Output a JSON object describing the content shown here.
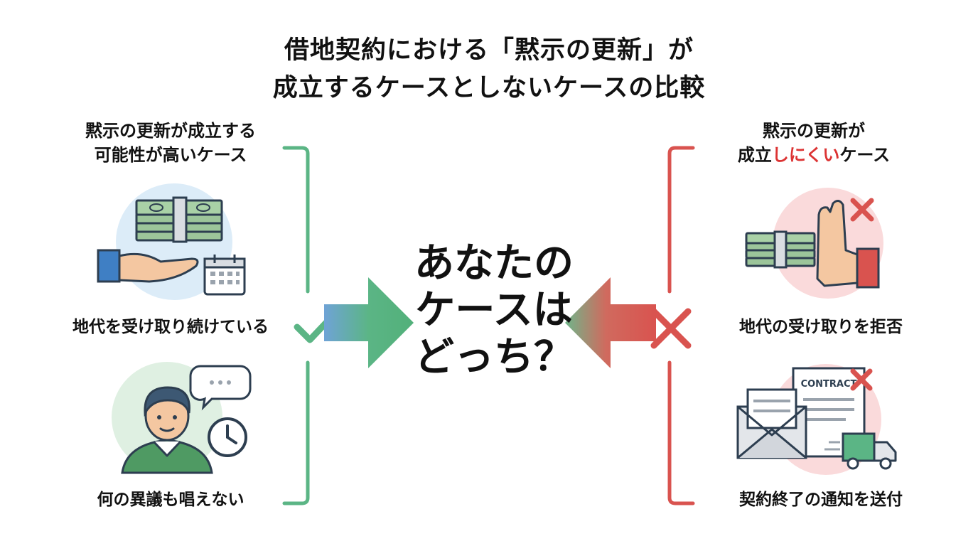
{
  "title": {
    "line1": "借地契約における「黙示の更新」が",
    "line2": "成立するケースとしないケースの比較"
  },
  "left_panel": {
    "heading_line1": "黙示の更新が成立する",
    "heading_line2": "可能性が高いケース",
    "items": [
      {
        "caption": "地代を受け取り続けている"
      },
      {
        "caption": "何の異議も唱えない"
      }
    ]
  },
  "right_panel": {
    "heading_line1": "黙示の更新が",
    "heading_line2_pre": "成立",
    "heading_line2_highlight": "しにくい",
    "heading_line2_post": "ケース",
    "items": [
      {
        "caption": "地代の受け取りを拒否"
      },
      {
        "caption": "契約終了の通知を送付",
        "document_label": "CONTRACT"
      }
    ]
  },
  "center": {
    "line1": "あなたの",
    "line2": "ケースは",
    "line3": "どっち？"
  },
  "colors": {
    "green": "#5bb585",
    "red": "#d9534f",
    "highlight_red": "#dc3333"
  }
}
